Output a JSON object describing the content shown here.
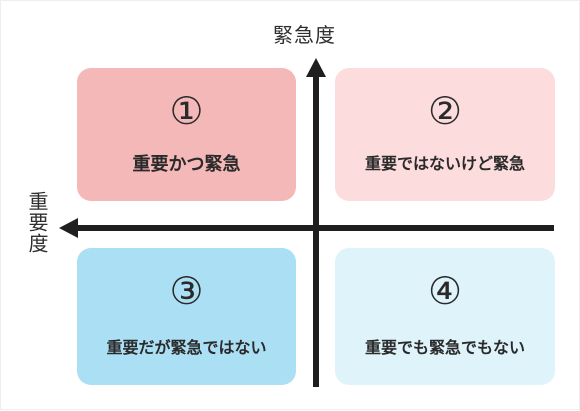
{
  "axes": {
    "vertical_label": "緊急度",
    "horizontal_label": "重要度"
  },
  "quadrants": [
    {
      "number": "①",
      "label": "重要かつ緊急"
    },
    {
      "number": "②",
      "label": "重要ではないけど緊急"
    },
    {
      "number": "③",
      "label": "重要だが緊急ではない"
    },
    {
      "number": "④",
      "label": "重要でも緊急でもない"
    }
  ],
  "colors": {
    "quadrant_1": "#f5b8b8",
    "quadrant_2": "#fcdcdc",
    "quadrant_3": "#abdff4",
    "quadrant_4": "#dff3fb",
    "axis": "#1f1f1f"
  }
}
